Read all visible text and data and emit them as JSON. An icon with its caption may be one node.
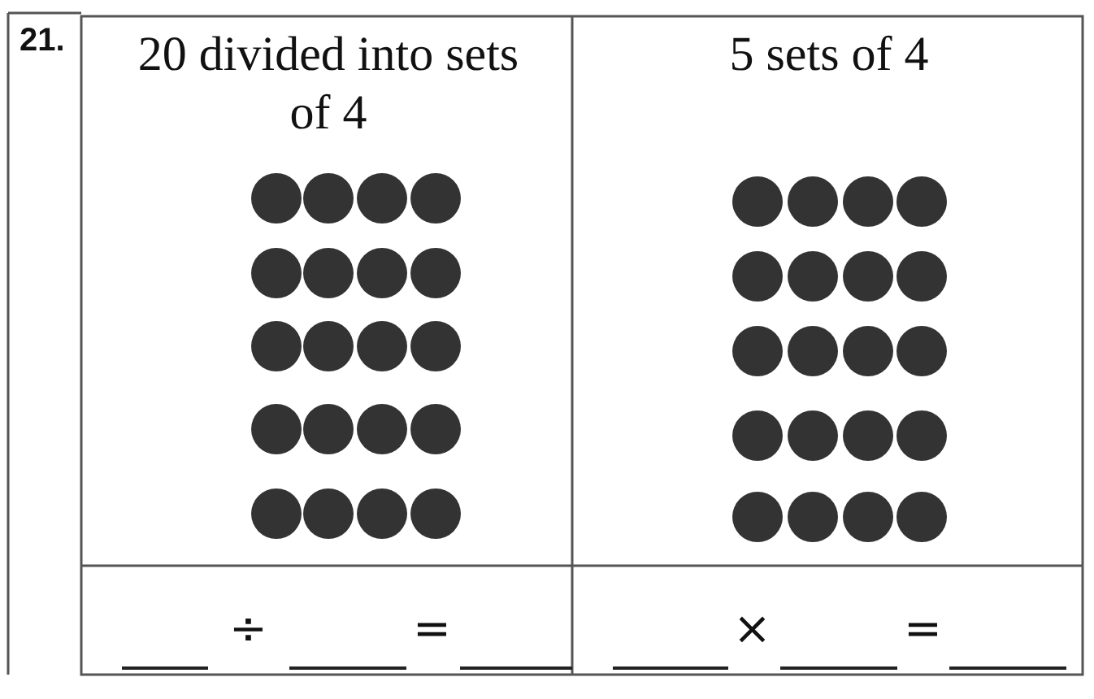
{
  "diagram": {
    "labels": [
      "21.",
      "20 divided into sets of 4",
      "5 sets of 4",
      "÷",
      "=",
      "×",
      "="
    ]
  }
}
